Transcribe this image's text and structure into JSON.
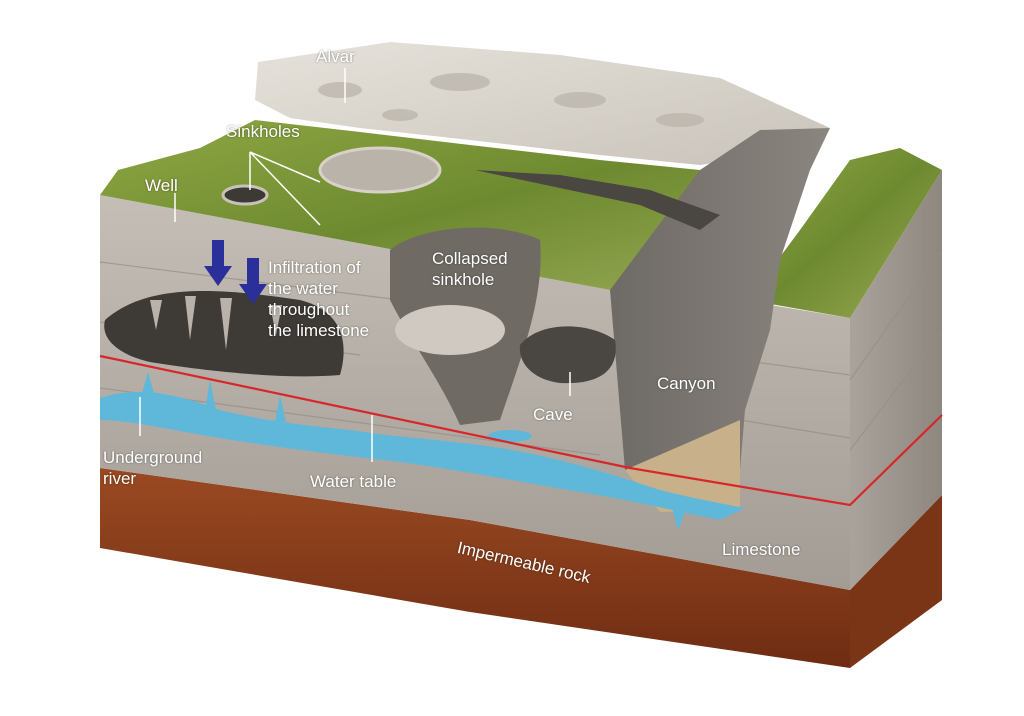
{
  "labels": {
    "alvar": "Alvar",
    "sinkholes": "Sinkholes",
    "well": "Well",
    "infiltration_lines": [
      "Infiltration of",
      "the water",
      "throughout",
      "the limestone"
    ],
    "collapsed_lines": [
      "Collapsed",
      "sinkhole"
    ],
    "cave": "Cave",
    "canyon": "Canyon",
    "underground_river_lines": [
      "Underground",
      "river"
    ],
    "water_table": "Water table",
    "limestone": "Limestone",
    "impermeable_rock": "Impermeable rock"
  },
  "colors": {
    "limestone": "#b9b2aa",
    "limestone_dark": "#8f8880",
    "grass": "#7f9a3a",
    "alvar_rock": "#d9d4cc",
    "water": "#5fb8d9",
    "impermeable_rock": "#8a3a1c",
    "water_table_line": "#d8262a",
    "infiltration_arrow": "#2b2f9a",
    "label_text": "#ffffff"
  }
}
